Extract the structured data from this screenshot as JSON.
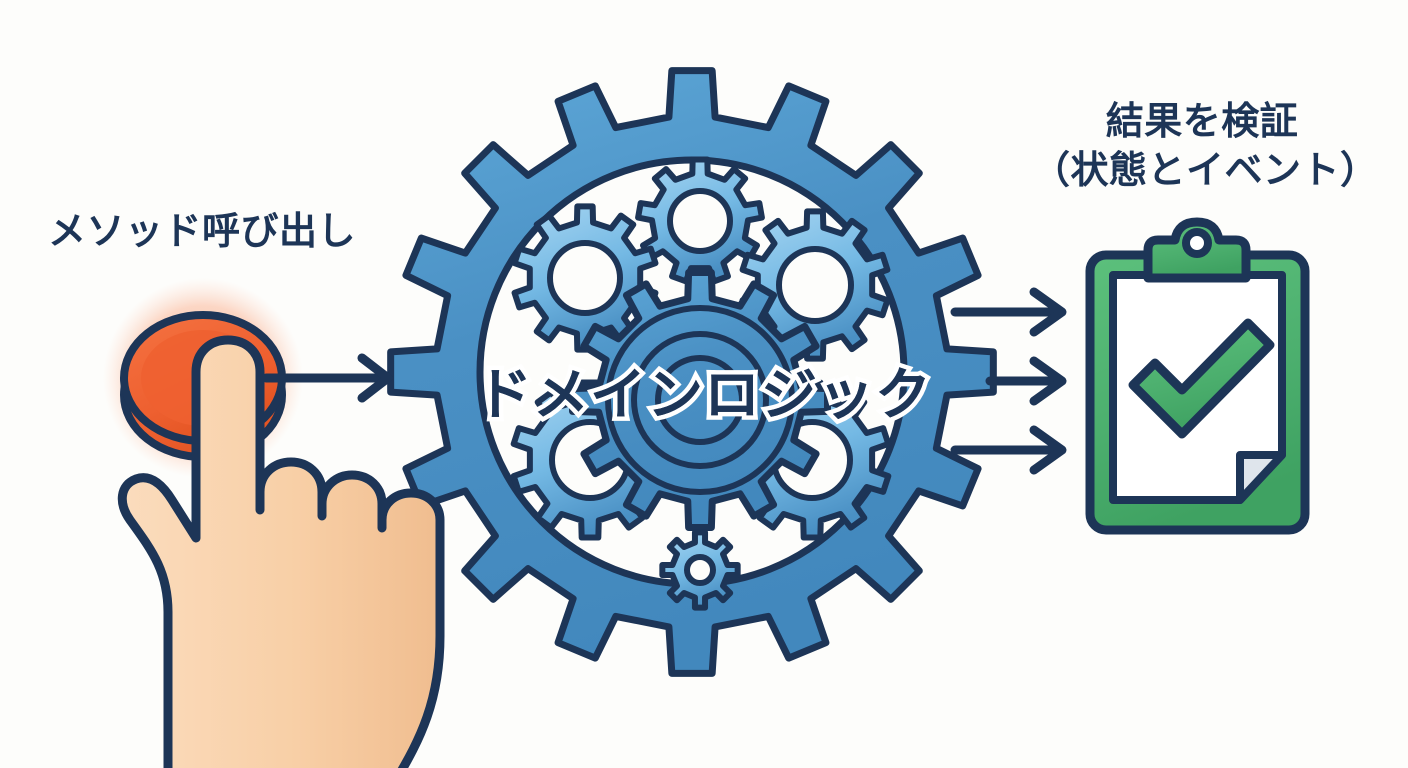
{
  "diagram": {
    "title_center": "ドメインロジック",
    "background_color": "#fdfdfb",
    "navy": "#1d3557",
    "gear_blue": "#4a90c4",
    "gear_blue_light": "#7cc0e8",
    "orange": "#ef6231",
    "orange_dark": "#e2541f",
    "glow": "#f9c3ab",
    "skin": "#f7cfa8",
    "skin_light": "#fbdcbd",
    "green": "#4caf6e",
    "green_light": "#5cc07c",
    "page_white": "#ffffff",
    "fold_gray": "#dfe5ec"
  },
  "left": {
    "label": "メソッド呼び出し",
    "element": "push-button",
    "actor": "hand-pointing-finger"
  },
  "center": {
    "label": "ドメインロジック",
    "element": "gear-cluster"
  },
  "right": {
    "label_line1": "結果を検証",
    "label_line2": "（状態とイベント）",
    "element": "clipboard-with-checkmark"
  },
  "arrows": {
    "left_to_center": {
      "count": 1,
      "direction": "right"
    },
    "center_to_right": {
      "count": 3,
      "direction": "right"
    }
  }
}
